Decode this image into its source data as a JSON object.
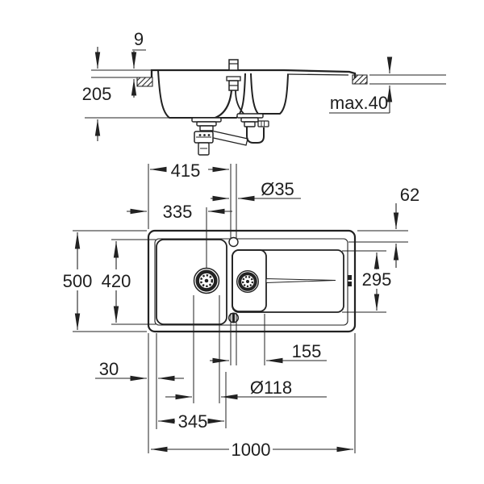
{
  "section_view": {
    "dims": {
      "rim_height": "9",
      "bowl_depth": "205",
      "counter_thickness": "max.40"
    }
  },
  "plan_view": {
    "dims": {
      "tap_center_from_left": "415",
      "tap_hole_diameter": "Ø35",
      "top_rim": "62",
      "drain_center_from_left": "335",
      "overall_depth": "500",
      "bowl_depth": "420",
      "drainer_depth": "295",
      "drainer_offset": "155",
      "side_rim": "30",
      "drain_diameter": "Ø118",
      "bowl_width": "345",
      "overall_width": "1000"
    }
  },
  "colors": {
    "line": "#222222",
    "background": "#ffffff"
  }
}
